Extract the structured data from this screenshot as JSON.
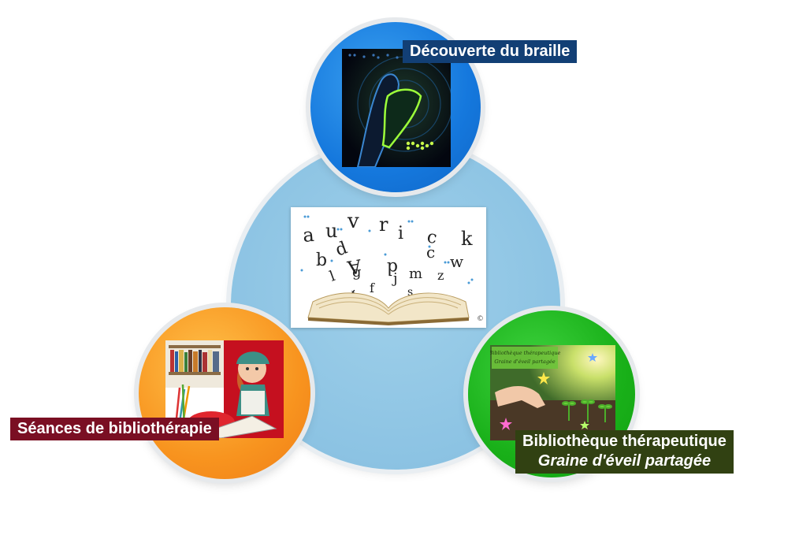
{
  "diagram": {
    "center": {
      "icon": "book-with-flying-letters-image"
    },
    "nodes": [
      {
        "label": "Découverte du braille",
        "icon": "braille-reading-hand-image",
        "color": "#1578dd",
        "label_bg": "#123f75"
      },
      {
        "label": "Séances de bibliothérapie",
        "icon": "bookshelf-and-doll-image",
        "color": "#f8941f",
        "label_bg": "#7a0f23"
      },
      {
        "label": "Bibliothèque thérapeutique",
        "sublabel": "Graine d'éveil partagée",
        "icon": "hand-planting-seeds-image",
        "color": "#19b019",
        "label_bg": "#314112"
      }
    ],
    "hub_color": "#8cc3e3"
  },
  "images": {
    "book_letters": [
      "a",
      "u",
      "v",
      "r",
      "i",
      "c",
      "k",
      "b",
      "d",
      "A",
      "d",
      "c",
      "w",
      "l",
      "g",
      "j",
      "m",
      "z",
      "t",
      "f",
      "r",
      "s",
      "d"
    ],
    "seed_banner_1": "Bibliothèque thérapeutique",
    "seed_banner_2": "Graine d'éveil partagée",
    "copyright": "©"
  }
}
